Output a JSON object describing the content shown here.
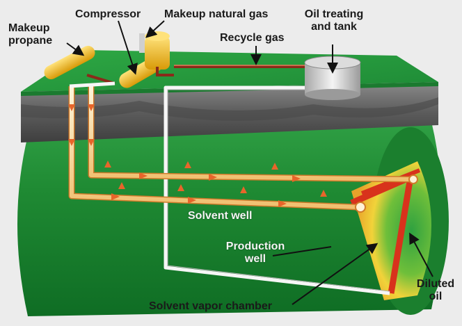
{
  "labels": {
    "makeup_propane": [
      "Makeup",
      "propane"
    ],
    "compressor": "Compressor",
    "makeup_natural_gas": "Makeup natural gas",
    "oil_treating": [
      "Oil treating",
      "and tank"
    ],
    "recycle_gas": "Recycle gas",
    "solvent_well": "Solvent well",
    "production_well": [
      "Production",
      "well"
    ],
    "solvent_vapor_chamber": "Solvent vapor chamber",
    "diluted_oil": [
      "Diluted",
      "oil"
    ]
  },
  "colors": {
    "background": "#ececec",
    "surface_green": "#249a3c",
    "reservoir_green": "#1f8a33",
    "rock_grey": "#6a6a6a",
    "pipe_fill": "#f3e0b0",
    "pipe_outline": "#d07a2a",
    "arrow": "#e8652a",
    "chamber_red": "#d8321c",
    "chamber_yellow": "#f4d23a",
    "equipment_yellow": "#f2c21c",
    "tank_grey": "#c8c8c8"
  }
}
